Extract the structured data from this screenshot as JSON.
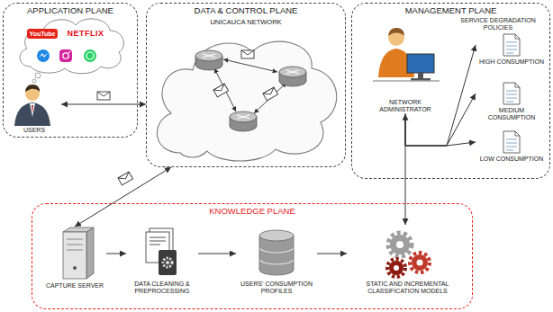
{
  "diagram": {
    "nodes": [
      {
        "text": [
          "APPLICATION PLANE"
        ]
      },
      {
        "text": [
          "USERS"
        ],
        "in": 0
      },
      {
        "text": [
          "DATA & CONTROL PLANE",
          "UNICAUCA NETWORK"
        ]
      },
      {
        "text": [
          "MANAGEMENT PLANE"
        ]
      },
      {
        "text": [
          "NETWORK ADMINISTRATOR"
        ],
        "in": 3
      },
      {
        "text": [
          "HIGH CONSUMPTION"
        ],
        "in": 3
      },
      {
        "text": [
          "MEDIUM CONSUMPTION"
        ],
        "in": 3
      },
      {
        "text": [
          "LOW CONSUMPTION"
        ],
        "in": 3
      },
      {
        "text": [
          "KNOWLEDGE PLANE"
        ]
      },
      {
        "text": [
          "CAPTURE SERVER"
        ],
        "in": 8
      },
      {
        "text": [
          "DATA CLEANING & PREPROCESSING"
        ],
        "in": 8
      },
      {
        "text": [
          "USERS' CONSUMPTION PROFILES"
        ],
        "in": 8
      },
      {
        "text": [
          "STATIC AND INCREMENTAL CLASSIFICATION MODELS"
        ],
        "in": 8
      }
    ],
    "edges": [
      {
        "from": 1,
        "to": 2,
        "arrow": "both"
      },
      {
        "from": 2,
        "to": 9,
        "arrow": "both"
      },
      {
        "from": 4,
        "to": 12,
        "arrow": "both"
      },
      {
        "from": 4,
        "to": 5,
        "arrow": "to"
      },
      {
        "from": 4,
        "to": 6,
        "arrow": "to"
      },
      {
        "from": 4,
        "to": 7,
        "arrow": "to"
      },
      {
        "from": 9,
        "to": 10,
        "arrow": "to"
      },
      {
        "from": 10,
        "to": 11,
        "arrow": "to"
      },
      {
        "from": 11,
        "to": 12,
        "arrow": "to"
      }
    ],
    "labels": [
      "SERVICE DEGRADATION POLICIES",
      "YouTube",
      "NETFLIX"
    ]
  }
}
